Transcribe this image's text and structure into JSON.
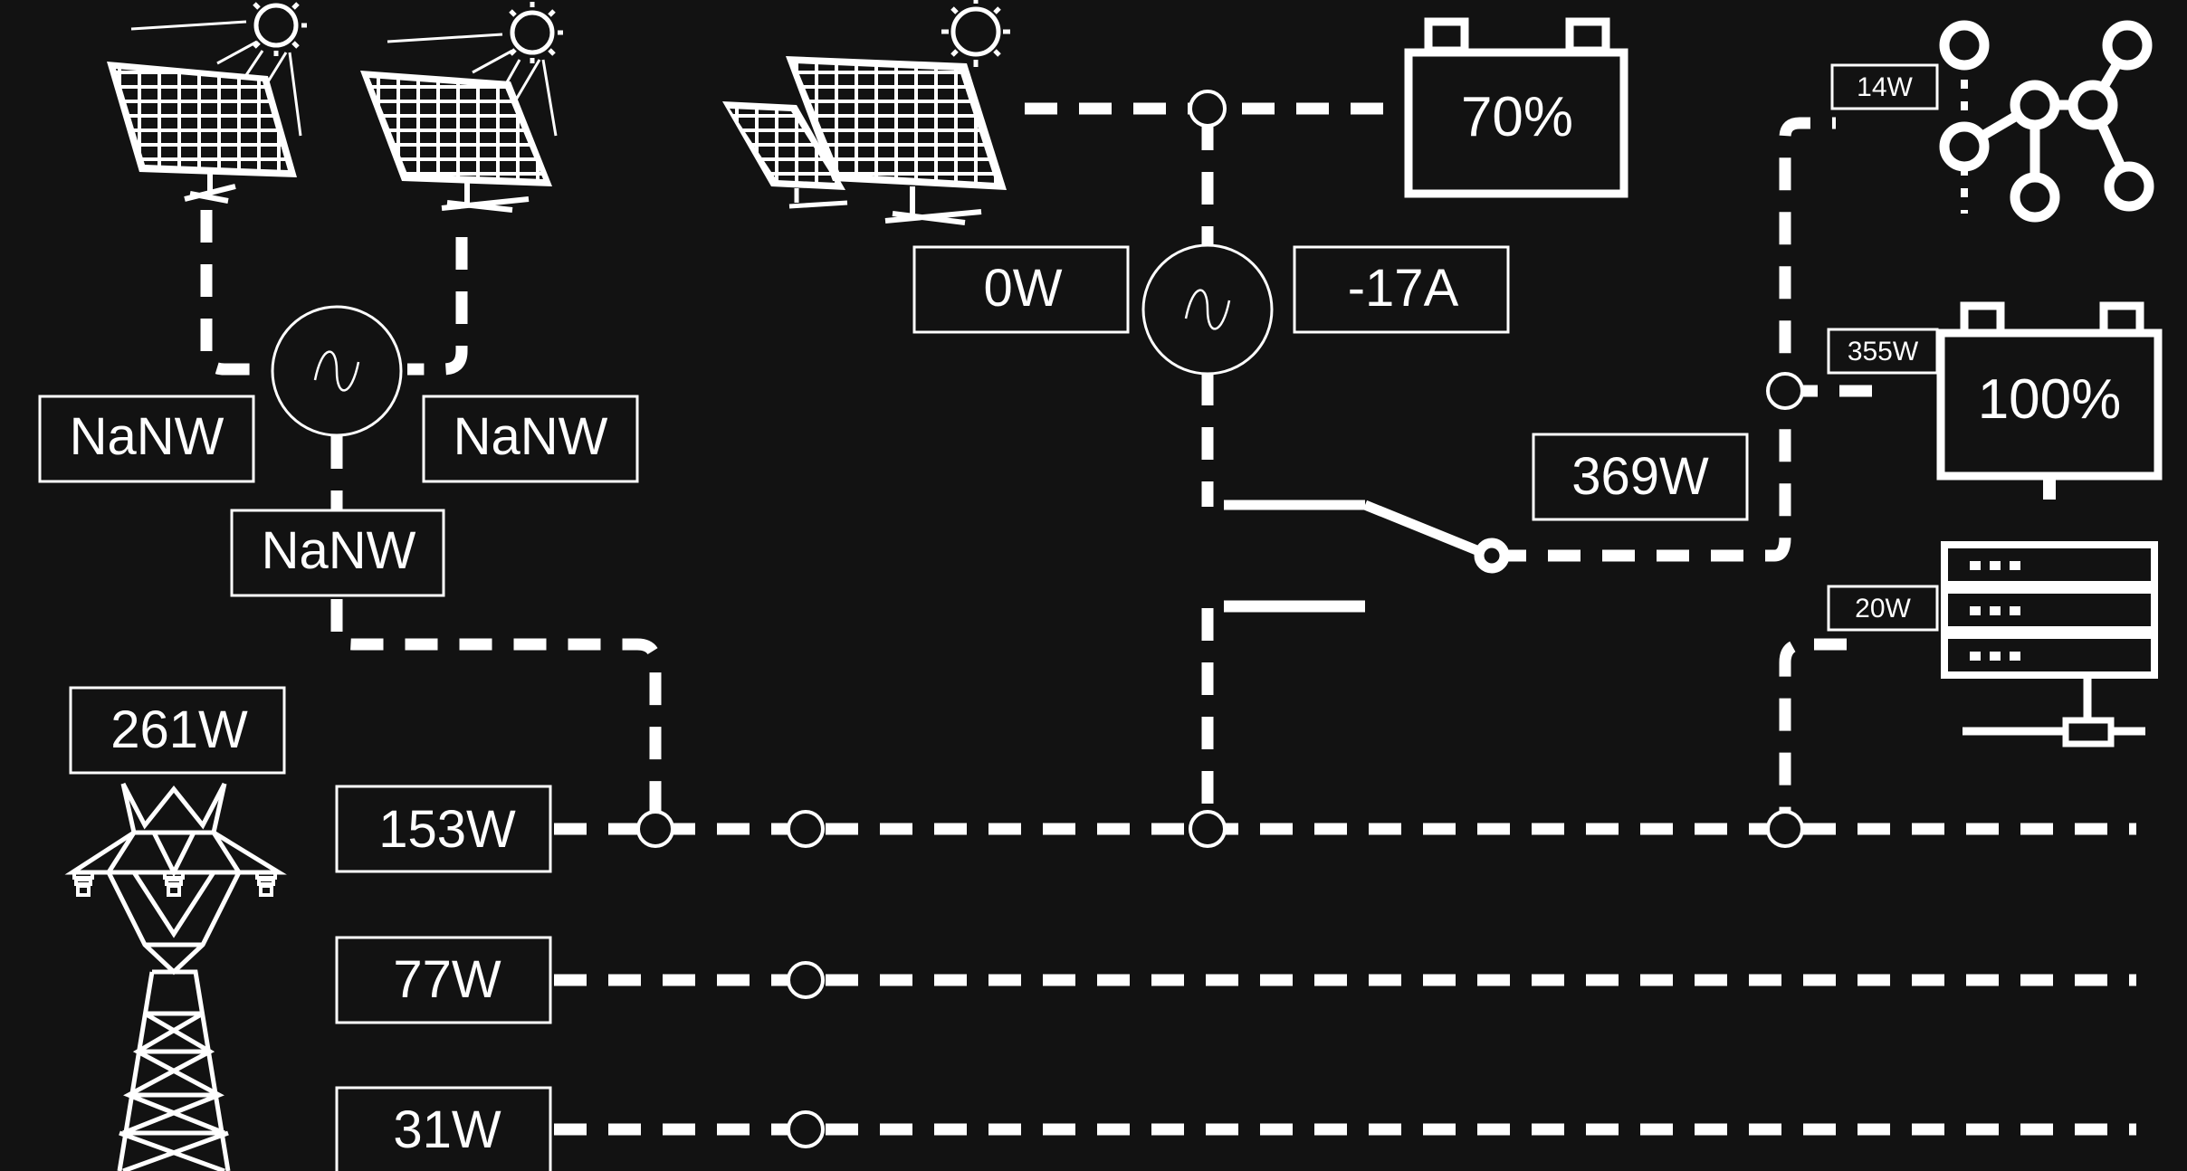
{
  "colors": {
    "background": "#121212",
    "foreground": "#ffffff"
  },
  "labels": {
    "solar_1_power": "NaNW",
    "solar_2_power": "NaNW",
    "solar_combined_power": "NaNW",
    "roof_solar_power": "0W",
    "inverter_current": "-17A",
    "battery_1_level": "70%",
    "battery_2_level": "100%",
    "battery_2_power": "355W",
    "switch_output_power": "369W",
    "network_power": "14W",
    "server_power": "20W",
    "grid_power": "261W",
    "bus_1_power": "153W",
    "bus_2_power": "77W",
    "bus_3_power": "31W"
  },
  "icons": [
    "sun-icon",
    "solar-panel-icon",
    "inverter-icon",
    "battery-icon",
    "network-icon",
    "server-icon",
    "transmission-tower-icon",
    "switch-icon"
  ]
}
